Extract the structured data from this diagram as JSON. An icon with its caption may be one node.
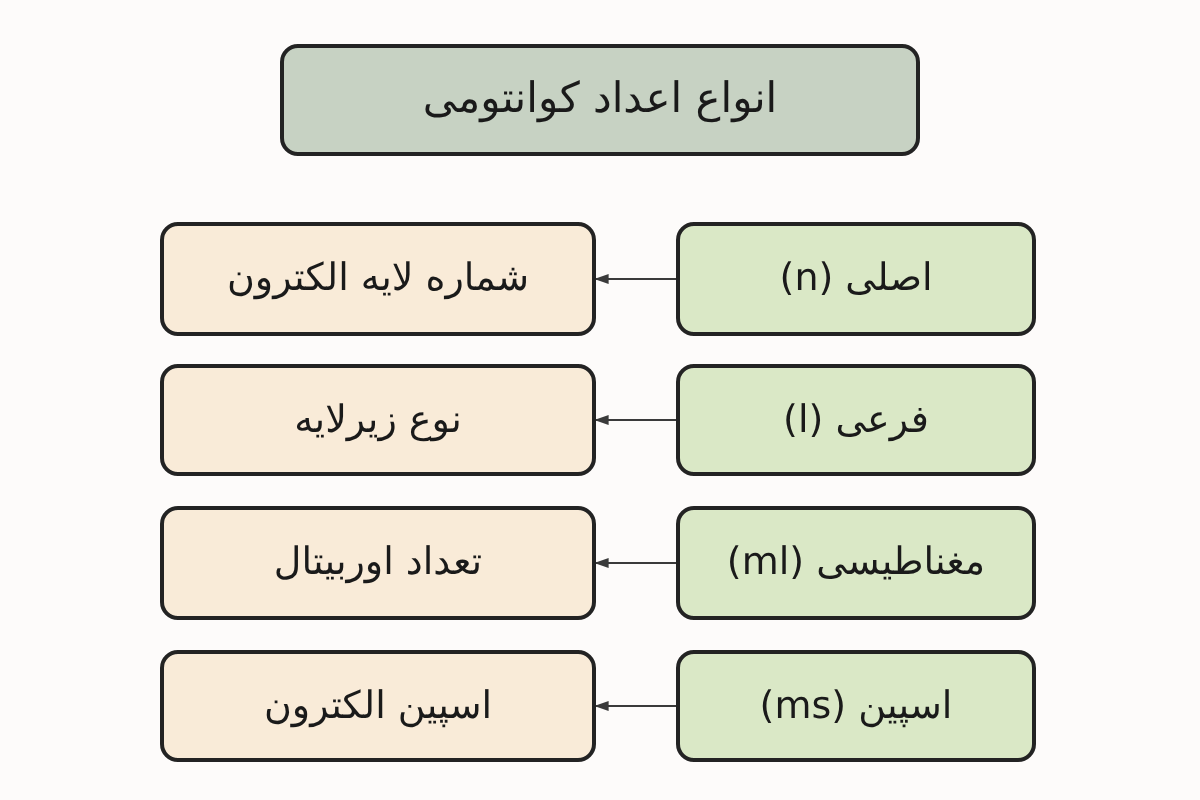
{
  "diagram": {
    "nodes": [
      {
        "text": [
          "انواع اعداد کوانتومی"
        ]
      },
      {
        "text": [
          "اصلی (n)"
        ]
      },
      {
        "text": [
          "شماره لایه الکترون"
        ]
      },
      {
        "text": [
          "فرعی (l)"
        ]
      },
      {
        "text": [
          "نوع زیرلایه"
        ]
      },
      {
        "text": [
          "مغناطیسی (ml)"
        ]
      },
      {
        "text": [
          "تعداد اوربیتال"
        ]
      },
      {
        "text": [
          "اسپین (ms)"
        ]
      },
      {
        "text": [
          "اسپین الکترون"
        ]
      }
    ],
    "edges": [
      {
        "from": 1,
        "to": 2,
        "arrow": "to"
      },
      {
        "from": 3,
        "to": 4,
        "arrow": "to"
      },
      {
        "from": 5,
        "to": 6,
        "arrow": "to"
      },
      {
        "from": 7,
        "to": 8,
        "arrow": "to"
      }
    ]
  }
}
